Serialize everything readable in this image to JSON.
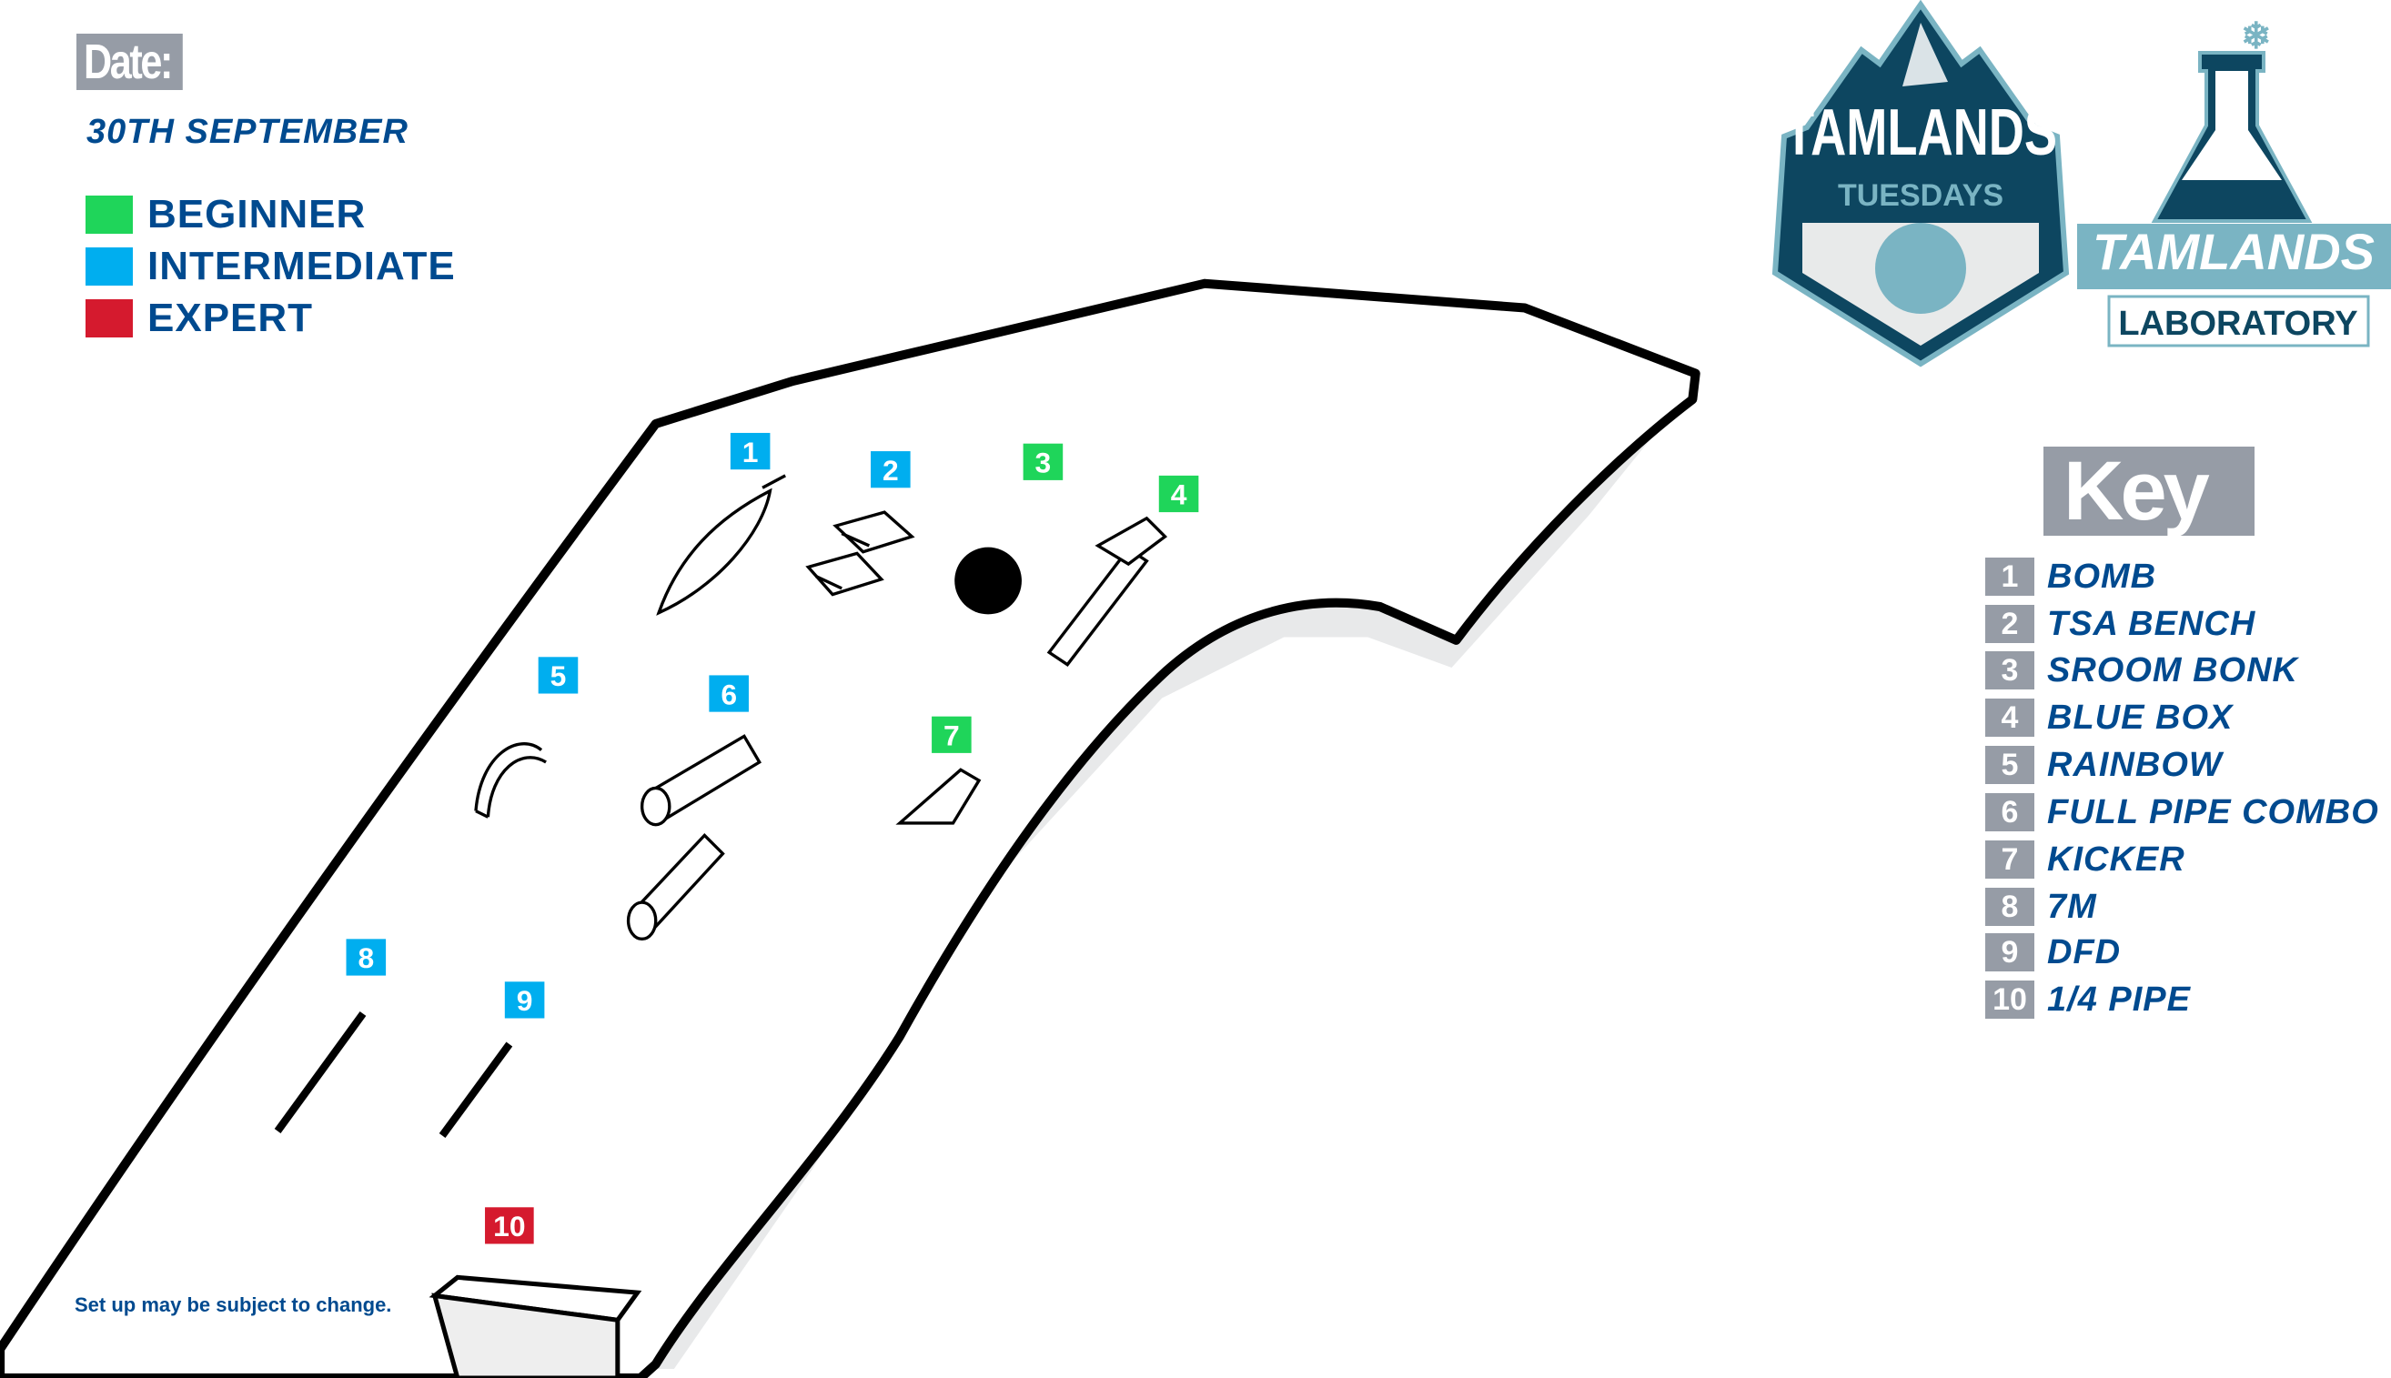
{
  "header": {
    "date_label": "Date:",
    "date_value": "30TH SEPTEMBER"
  },
  "legend": [
    {
      "label": "BEGINNER",
      "color": "#1fd55a"
    },
    {
      "label": "INTERMEDIATE",
      "color": "#00aeef"
    },
    {
      "label": "EXPERT",
      "color": "#d51a2e"
    }
  ],
  "logos": {
    "tuesdays": {
      "title": "TAMLANDS",
      "subtitle": "TUESDAYS"
    },
    "laboratory": {
      "title": "TAMLANDS",
      "subtitle": "LABORATORY"
    }
  },
  "key": {
    "title": "Key",
    "items": [
      {
        "num": "1",
        "label": "BOMB"
      },
      {
        "num": "2",
        "label": "TSA BENCH"
      },
      {
        "num": "3",
        "label": "SROOM BONK"
      },
      {
        "num": "4",
        "label": "BLUE BOX"
      },
      {
        "num": "5",
        "label": "RAINBOW"
      },
      {
        "num": "6",
        "label": "FULL PIPE COMBO"
      },
      {
        "num": "7",
        "label": "KICKER"
      },
      {
        "num": "8",
        "label": "7M"
      },
      {
        "num": "9",
        "label": "DFD"
      },
      {
        "num": "10",
        "label": "1/4 PIPE"
      }
    ]
  },
  "map": {
    "features": [
      {
        "num": "1",
        "level": 1
      },
      {
        "num": "2",
        "level": 1
      },
      {
        "num": "3",
        "level": 0
      },
      {
        "num": "4",
        "level": 0
      },
      {
        "num": "5",
        "level": 1
      },
      {
        "num": "6",
        "level": 1
      },
      {
        "num": "7",
        "level": 0
      },
      {
        "num": "8",
        "level": 1
      },
      {
        "num": "9",
        "level": 1
      },
      {
        "num": "10",
        "level": 2
      }
    ]
  },
  "footer": {
    "note": "Set up may be subject to change."
  }
}
